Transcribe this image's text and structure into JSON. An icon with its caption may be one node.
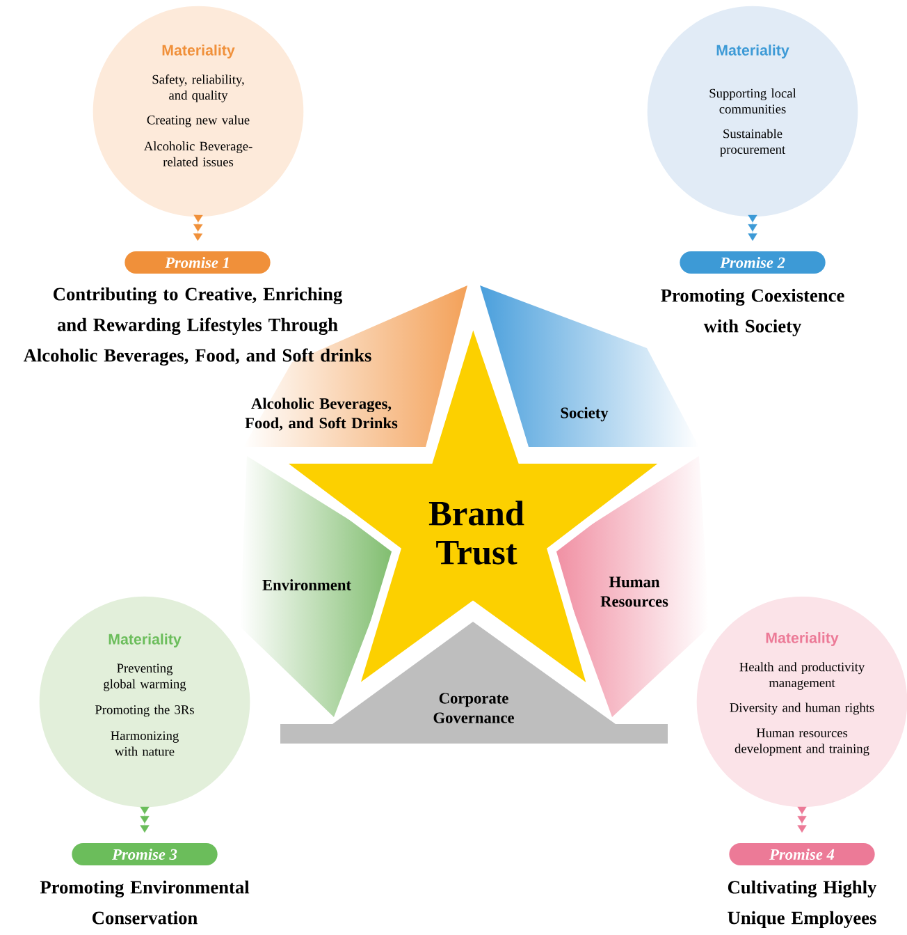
{
  "diagram": {
    "nodes": [
      {
        "text": [
          "Materiality",
          "Safety, reliability, and quality",
          "Creating new value",
          "Alcoholic Beverage-related issues"
        ]
      },
      {
        "text": [
          "Promise 1"
        ]
      },
      {
        "text": [
          "Materiality",
          "Supporting local communities",
          "Sustainable procurement"
        ]
      },
      {
        "text": [
          "Promise 2"
        ]
      },
      {
        "text": [
          "Alcoholic Beverages, Food, and Soft Drinks"
        ]
      },
      {
        "text": [
          "Society"
        ]
      },
      {
        "text": [
          "Brand Trust"
        ]
      },
      {
        "text": [
          "Environment"
        ]
      },
      {
        "text": [
          "Human Resources"
        ]
      },
      {
        "text": [
          "Corporate Governance"
        ]
      },
      {
        "text": [
          "Materiality",
          "Preventing global warming",
          "Promoting the 3Rs",
          "Harmonizing with nature"
        ]
      },
      {
        "text": [
          "Promise 3"
        ]
      },
      {
        "text": [
          "Materiality",
          "Health and productivity management",
          "Diversity and human rights",
          "Human resources development and training"
        ]
      },
      {
        "text": [
          "Promise 4"
        ]
      }
    ],
    "labels": [
      "Contributing to Creative, Enriching and Rewarding Lifestyles Through Alcoholic Beverages, Food, and Soft drinks",
      "Promoting Coexistence with Society",
      "Promoting Environmental Conservation",
      "Cultivating Highly Unique Employees"
    ],
    "edges": [
      {
        "from": 0,
        "to": 1,
        "arrow": "to",
        "color": "#f0903a"
      },
      {
        "from": 2,
        "to": 3,
        "arrow": "to",
        "color": "#3d9ad6"
      },
      {
        "from": 10,
        "to": 11,
        "arrow": "to",
        "color": "#6bbd5b"
      },
      {
        "from": 12,
        "to": 13,
        "arrow": "to",
        "color": "#ec7a97"
      }
    ]
  }
}
